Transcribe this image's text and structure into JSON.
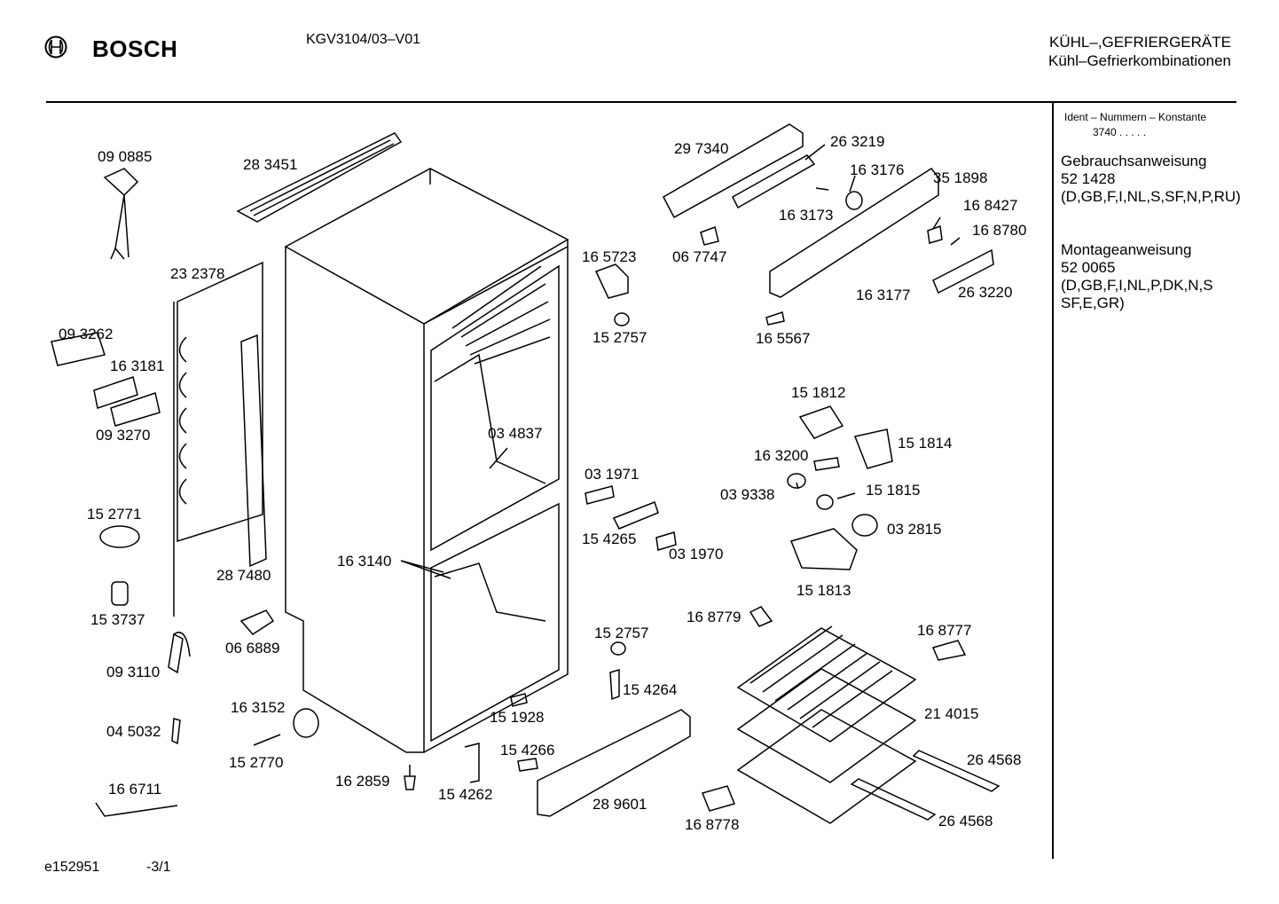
{
  "header": {
    "brand": "BOSCH",
    "model": "KGV3104/03–V01",
    "category_line1": "KÜHL–,GEFRIERGERÄTE",
    "category_line2": "Kühl–Gefrierkombinationen"
  },
  "sidebar": {
    "ident_title": "Ident – Nummern – Konstante",
    "ident_value": "3740  .  .  .  .  .",
    "manuals": [
      {
        "title": "Gebrauchsanweisung",
        "number": "52 1428",
        "languages": "(D,GB,F,I,NL,S,SF,N,P,RU)"
      },
      {
        "title": "Montageanweisung",
        "number": "52 0065",
        "languages": "(D,GB,F,I,NL,P,DK,N,S SF,E,GR)"
      }
    ]
  },
  "parts": [
    {
      "id": "p090885",
      "label": "09 0885"
    },
    {
      "id": "p283451",
      "label": "28 3451"
    },
    {
      "id": "p232378",
      "label": "23 2378"
    },
    {
      "id": "p093262",
      "label": "09 3262"
    },
    {
      "id": "p163181",
      "label": "16 3181"
    },
    {
      "id": "p093270",
      "label": "09 3270"
    },
    {
      "id": "p152771",
      "label": "15 2771"
    },
    {
      "id": "p153737",
      "label": "15 3737"
    },
    {
      "id": "p093110",
      "label": "09 3110"
    },
    {
      "id": "p045032",
      "label": "04 5032"
    },
    {
      "id": "p166711",
      "label": "16 6711"
    },
    {
      "id": "p287480",
      "label": "28 7480"
    },
    {
      "id": "p066889",
      "label": "06 6889"
    },
    {
      "id": "p163152",
      "label": "16 3152"
    },
    {
      "id": "p152770",
      "label": "15 2770"
    },
    {
      "id": "p162859",
      "label": "16 2859"
    },
    {
      "id": "p154262",
      "label": "15 4262"
    },
    {
      "id": "p154266",
      "label": "15 4266"
    },
    {
      "id": "p151928",
      "label": "15 1928"
    },
    {
      "id": "p289601",
      "label": "28 9601"
    },
    {
      "id": "p163140",
      "label": "16 3140"
    },
    {
      "id": "p034837",
      "label": "03 4837"
    },
    {
      "id": "p031971",
      "label": "03 1971"
    },
    {
      "id": "p154265",
      "label": "15 4265"
    },
    {
      "id": "p031970",
      "label": "03 1970"
    },
    {
      "id": "p165723",
      "label": "16 5723"
    },
    {
      "id": "p152757a",
      "label": "15 2757"
    },
    {
      "id": "p152757b",
      "label": "15 2757"
    },
    {
      "id": "p154264",
      "label": "15 4264"
    },
    {
      "id": "p297340",
      "label": "29 7340"
    },
    {
      "id": "p263219",
      "label": "26 3219"
    },
    {
      "id": "p163176",
      "label": "16 3176"
    },
    {
      "id": "p351898",
      "label": "35 1898"
    },
    {
      "id": "p163173",
      "label": "16 3173"
    },
    {
      "id": "p067747",
      "label": "06 7747"
    },
    {
      "id": "p168427",
      "label": "16 8427"
    },
    {
      "id": "p168780",
      "label": "16 8780"
    },
    {
      "id": "p163177",
      "label": "16 3177"
    },
    {
      "id": "p263220",
      "label": "26 3220"
    },
    {
      "id": "p165567",
      "label": "16 5567"
    },
    {
      "id": "p151812",
      "label": "15 1812"
    },
    {
      "id": "p151814",
      "label": "15 1814"
    },
    {
      "id": "p163200",
      "label": "16 3200"
    },
    {
      "id": "p039338",
      "label": "03 9338"
    },
    {
      "id": "p151815",
      "label": "15 1815"
    },
    {
      "id": "p032815",
      "label": "03 2815"
    },
    {
      "id": "p151813",
      "label": "15 1813"
    },
    {
      "id": "p168779",
      "label": "16 8779"
    },
    {
      "id": "p168777",
      "label": "16 8777"
    },
    {
      "id": "p214015",
      "label": "21 4015"
    },
    {
      "id": "p264568a",
      "label": "26 4568"
    },
    {
      "id": "p264568b",
      "label": "26 4568"
    },
    {
      "id": "p168778",
      "label": "16 8778"
    }
  ],
  "footer": {
    "drawing_id": "e152951",
    "page": "-3/1"
  }
}
